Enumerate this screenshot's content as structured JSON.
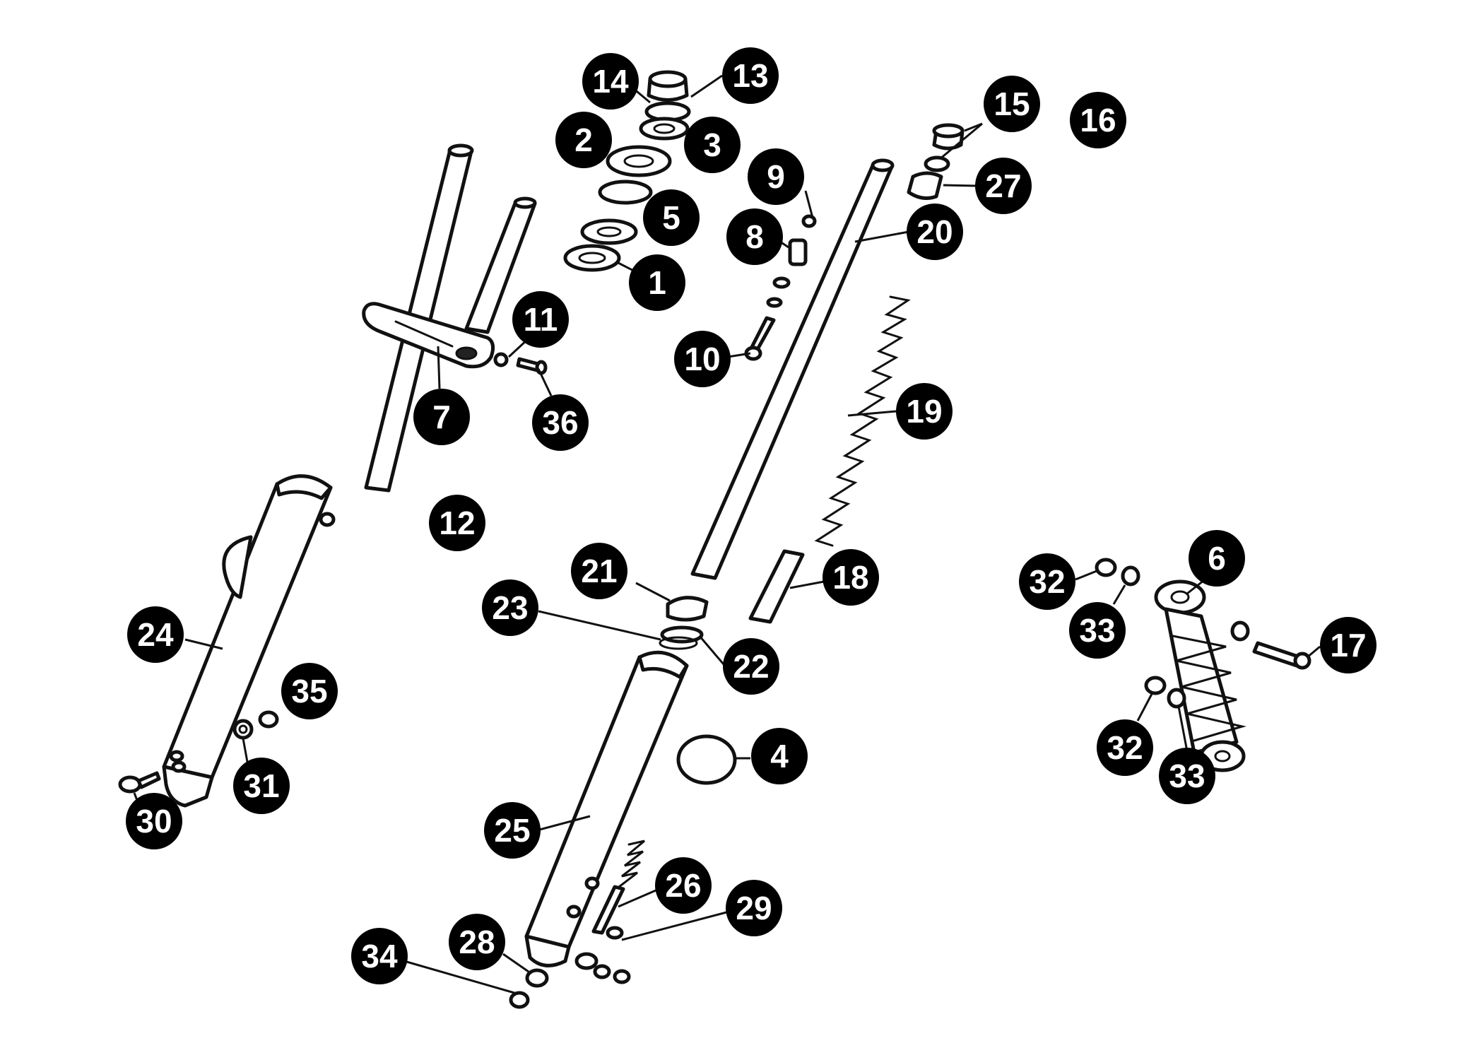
{
  "badge_color": "#000000",
  "badge_text_color": "#ffffff",
  "labels": {
    "l1": "1",
    "l2": "2",
    "l3": "3",
    "l4": "4",
    "l5": "5",
    "l6": "6",
    "l7": "7",
    "l8": "8",
    "l9": "9",
    "l10": "10",
    "l11": "11",
    "l12": "12",
    "l13": "13",
    "l14": "14",
    "l15": "15",
    "l16": "16",
    "l17": "17",
    "l18": "18",
    "l19": "19",
    "l20": "20",
    "l21": "21",
    "l22": "22",
    "l23": "23",
    "l24": "24",
    "l25": "25",
    "l26": "26",
    "l27": "27",
    "l28": "28",
    "l29": "29",
    "l30": "30",
    "l31": "31",
    "l32a": "32",
    "l32b": "32",
    "l33a": "33",
    "l33b": "33",
    "l34": "34",
    "l35": "35",
    "l36": "36"
  }
}
